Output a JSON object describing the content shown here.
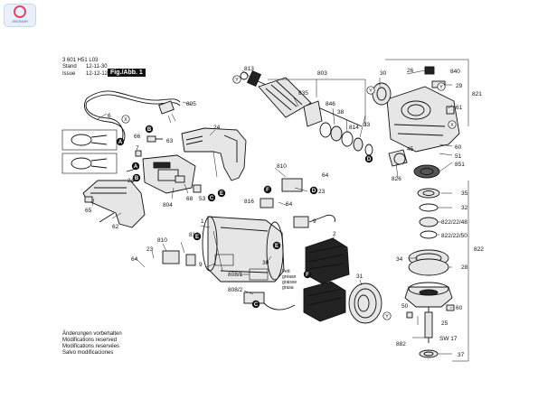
{
  "logo": {
    "text": "JIBOMAR"
  },
  "header": {
    "doc_number": "3 601 H51 L03",
    "stand_label": "Stand",
    "stand_value": "12-11-30",
    "issue_label": "Issue",
    "issue_value": "12-12-12",
    "figure_label": "Fig./Abb. 1"
  },
  "notes": [
    "Änderungen vorbehalten",
    "Modifications reserved",
    "Modifications reservées",
    "Salvo modificaciones"
  ],
  "part_labels": [
    {
      "text": "805",
      "class": "lbl"
    },
    {
      "text": "6",
      "class": "lbl"
    },
    {
      "text": "66",
      "class": "lbl"
    },
    {
      "text": "63",
      "class": "lbl"
    },
    {
      "text": "7",
      "class": "lbl"
    },
    {
      "text": "24",
      "class": "lbl"
    },
    {
      "text": "68",
      "class": "lbl"
    },
    {
      "text": "53",
      "class": "lbl"
    },
    {
      "text": "804",
      "class": "lbl"
    },
    {
      "text": "24",
      "class": "lbl"
    },
    {
      "text": "65",
      "class": "lbl"
    },
    {
      "text": "62",
      "class": "lbl"
    },
    {
      "text": "813",
      "class": "lbl"
    },
    {
      "text": "803",
      "class": "lbl"
    },
    {
      "text": "835",
      "class": "lbl"
    },
    {
      "text": "846",
      "class": "lbl"
    },
    {
      "text": "38",
      "class": "lbl"
    },
    {
      "text": "814",
      "class": "lbl"
    },
    {
      "text": "33",
      "class": "lbl"
    },
    {
      "text": "30",
      "class": "lbl"
    },
    {
      "text": "26",
      "class": "lbl"
    },
    {
      "text": "840",
      "class": "lbl"
    },
    {
      "text": "29",
      "class": "lbl"
    },
    {
      "text": "821",
      "class": "lbl"
    },
    {
      "text": "61",
      "class": "lbl"
    },
    {
      "text": "45",
      "class": "lbl"
    },
    {
      "text": "60",
      "class": "lbl"
    },
    {
      "text": "51",
      "class": "lbl"
    },
    {
      "text": "851",
      "class": "lbl"
    },
    {
      "text": "826",
      "class": "lbl"
    },
    {
      "text": "35",
      "class": "lbl"
    },
    {
      "text": "32",
      "class": "lbl"
    },
    {
      "text": "822/22/48",
      "class": "lbl"
    },
    {
      "text": "822/22/50",
      "class": "lbl"
    },
    {
      "text": "822",
      "class": "lbl"
    },
    {
      "text": "34",
      "class": "lbl"
    },
    {
      "text": "28",
      "class": "lbl"
    },
    {
      "text": "810",
      "class": "lbl"
    },
    {
      "text": "64",
      "class": "lbl"
    },
    {
      "text": "23",
      "class": "lbl"
    },
    {
      "text": "816",
      "class": "lbl"
    },
    {
      "text": "64",
      "class": "lbl"
    },
    {
      "text": "9",
      "class": "lbl"
    },
    {
      "text": "1",
      "class": "lbl"
    },
    {
      "text": "2",
      "class": "lbl"
    },
    {
      "text": "816",
      "class": "lbl"
    },
    {
      "text": "810",
      "class": "lbl"
    },
    {
      "text": "23",
      "class": "lbl"
    },
    {
      "text": "64",
      "class": "lbl"
    },
    {
      "text": "9",
      "class": "lbl"
    },
    {
      "text": "808/1",
      "class": "lbl"
    },
    {
      "text": "39",
      "class": "lbl"
    },
    {
      "text": "808/2",
      "class": "lbl"
    },
    {
      "text": "31",
      "class": "lbl"
    },
    {
      "text": "50",
      "class": "lbl"
    },
    {
      "text": "60",
      "class": "lbl"
    },
    {
      "text": "25",
      "class": "lbl"
    },
    {
      "text": "882",
      "class": "lbl"
    },
    {
      "text": "SW 17",
      "class": "lbl"
    },
    {
      "text": "37",
      "class": "lbl"
    },
    {
      "text": "Fett",
      "class": "lbls"
    },
    {
      "text": "grease",
      "class": "lbls"
    },
    {
      "text": "graisse",
      "class": "lbls"
    },
    {
      "text": "grasa",
      "class": "lbls"
    }
  ],
  "callouts": [
    "X",
    "B",
    "A",
    "A",
    "B",
    "C",
    "E",
    "Y",
    "Y",
    "D",
    "X",
    "Y",
    "D",
    "F",
    "E",
    "E",
    "F",
    "C",
    "Y"
  ]
}
